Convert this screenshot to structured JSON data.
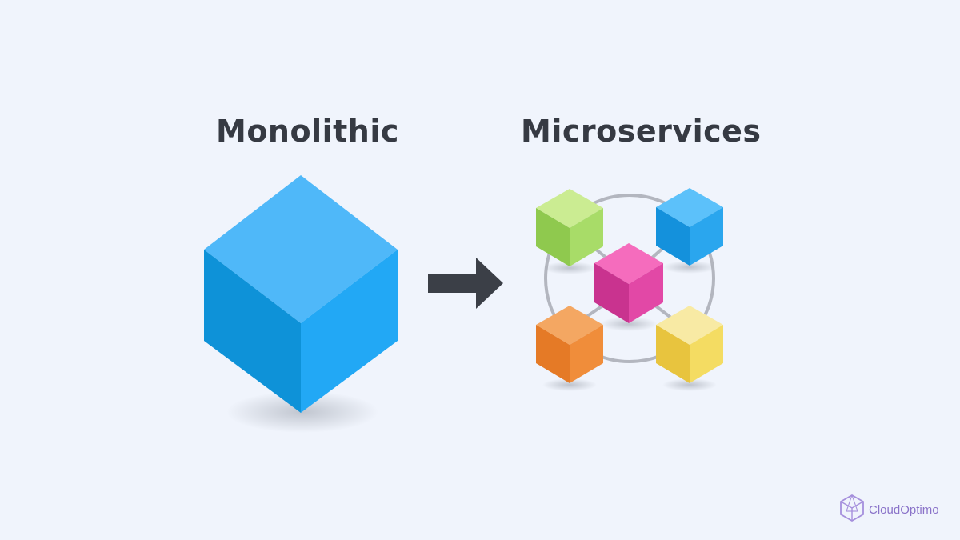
{
  "diagram": {
    "left_title": "Monolithic",
    "right_title": "Microservices",
    "colors": {
      "background": "#f0f4fc",
      "monolith_top": "#4fb8f9",
      "monolith_left": "#0e92d8",
      "monolith_right": "#22a8f5",
      "arrow": "#3b3f47",
      "ring": "#b3b6bf",
      "green": "#9fd862",
      "blue": "#2aa6ee",
      "pink": "#e64aa8",
      "orange": "#f0893a",
      "yellow": "#f0d75a"
    }
  },
  "brand": {
    "name": "CloudOptimo",
    "icon": "polyhedron-logo-icon",
    "color": "#8a73c9"
  }
}
